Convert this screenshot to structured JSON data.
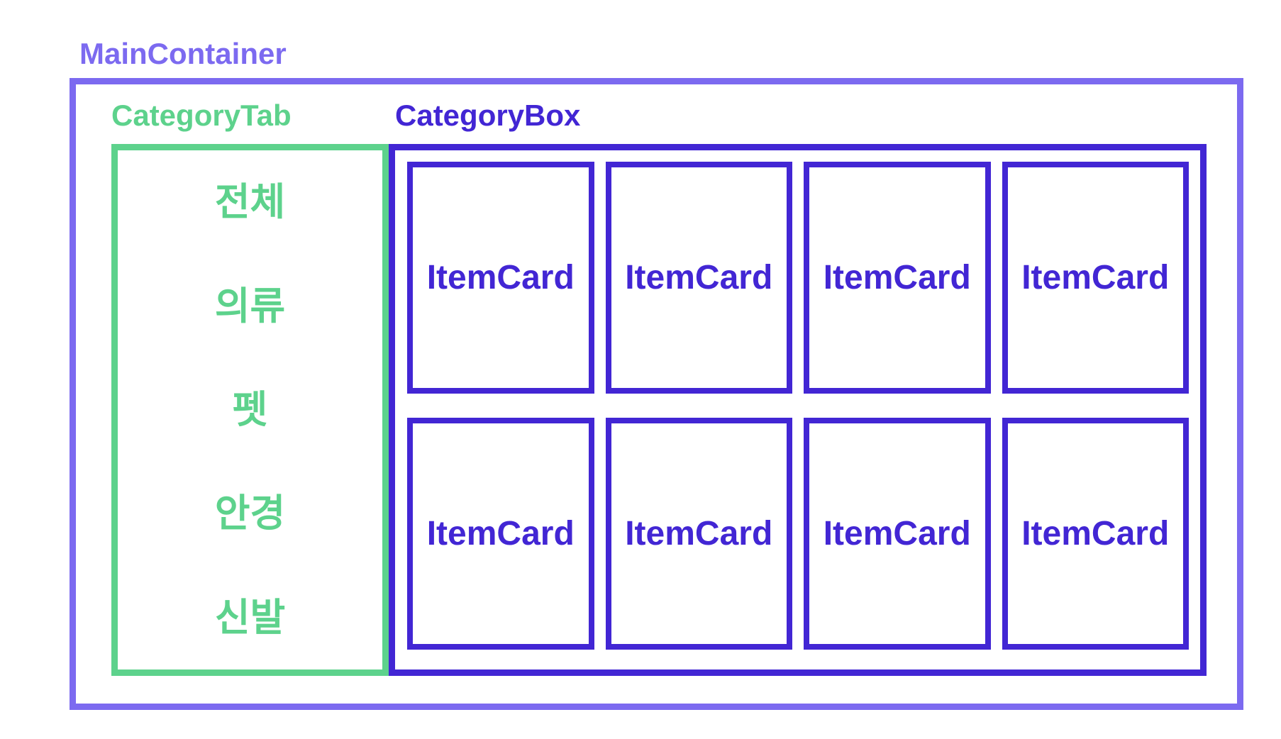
{
  "colors": {
    "main_container": "#7c6af0",
    "category_box": "#4226d4",
    "category_tab": "#5dd28c",
    "background": "#ffffff"
  },
  "main_container": {
    "label": "MainContainer"
  },
  "category_tab": {
    "label": "CategoryTab",
    "items": [
      {
        "label": "전체"
      },
      {
        "label": "의류"
      },
      {
        "label": "펫"
      },
      {
        "label": "안경"
      },
      {
        "label": "신발"
      }
    ]
  },
  "category_box": {
    "label": "CategoryBox",
    "cards": [
      {
        "label": "ItemCard"
      },
      {
        "label": "ItemCard"
      },
      {
        "label": "ItemCard"
      },
      {
        "label": "ItemCard"
      },
      {
        "label": "ItemCard"
      },
      {
        "label": "ItemCard"
      },
      {
        "label": "ItemCard"
      },
      {
        "label": "ItemCard"
      }
    ]
  }
}
